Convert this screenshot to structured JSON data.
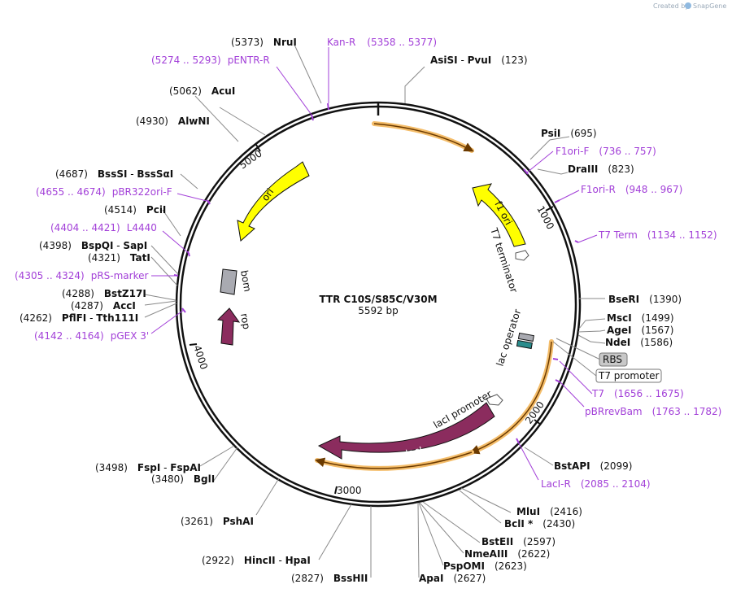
{
  "watermark": {
    "created_by": "Created by",
    "brand": "SnapGene"
  },
  "plasmid": {
    "name": "TTR C10S/S85C/V30M",
    "length": "5592 bp"
  },
  "ticks": [
    "1000",
    "2000",
    "3000",
    "4000",
    "5000"
  ],
  "features": {
    "f1ori": "f1 ori",
    "ori": "ori",
    "bom": "bom",
    "rop": "rop",
    "laci": "lacI",
    "laci_promoter": "lacI promoter",
    "lac_operator": "lac operator",
    "t7_terminator": "T7 terminator",
    "rbs": "RBS",
    "t7_promoter": "T7 promoter"
  },
  "enzymes": {
    "asisi": {
      "name": "AsiSI",
      "name2": "PvuI",
      "pos": "(123)"
    },
    "psii": {
      "name": "PsiI",
      "pos": "(695)"
    },
    "draiii": {
      "name": "DraIII",
      "pos": "(823)"
    },
    "bseri": {
      "name": "BseRI",
      "pos": "(1390)"
    },
    "msci": {
      "name": "MscI",
      "pos": "(1499)"
    },
    "agei": {
      "name": "AgeI",
      "pos": "(1567)"
    },
    "ndei": {
      "name": "NdeI",
      "pos": "(1586)"
    },
    "bstapi": {
      "name": "BstAPI",
      "pos": "(2099)"
    },
    "mlui": {
      "name": "MluI",
      "pos": "(2416)"
    },
    "bcli": {
      "name": "BclI *",
      "pos": "(2430)"
    },
    "bsteii": {
      "name": "BstEII",
      "pos": "(2597)"
    },
    "nmeaiii": {
      "name": "NmeAIII",
      "pos": "(2622)"
    },
    "pspomi": {
      "name": "PspOMI",
      "pos": "(2623)"
    },
    "apai": {
      "name": "ApaI",
      "pos": "(2627)"
    },
    "bsshii": {
      "name": "BssHII",
      "pos": "(2827)"
    },
    "hincii": {
      "name": "HincII",
      "name2": "HpaI",
      "pos": "(2922)"
    },
    "pshai": {
      "name": "PshAI",
      "pos": "(3261)"
    },
    "bgli": {
      "name": "BglI",
      "pos": "(3480)"
    },
    "fspi": {
      "name": "FspI",
      "name2": "FspAI",
      "pos": "(3498)"
    },
    "pflfi": {
      "name": "PflFI",
      "name2": "Tth111I",
      "pos": "(4262)"
    },
    "acci": {
      "name": "AccI",
      "pos": "(4287)"
    },
    "bstz17i": {
      "name": "BstZ17I",
      "pos": "(4288)"
    },
    "tati": {
      "name": "TatI",
      "pos": "(4321)"
    },
    "bspqi": {
      "name": "BspQI",
      "name2": "SapI",
      "pos": "(4398)"
    },
    "pcii": {
      "name": "PciI",
      "pos": "(4514)"
    },
    "bsssi": {
      "name": "BssSI",
      "name2": "BssSαI",
      "pos": "(4687)"
    },
    "alwni": {
      "name": "AlwNI",
      "pos": "(4930)"
    },
    "acui": {
      "name": "AcuI",
      "pos": "(5062)"
    },
    "nrui": {
      "name": "NruI",
      "pos": "(5373)"
    }
  },
  "primers": {
    "kanr": {
      "name": "Kan-R",
      "range": "(5358 .. 5377)"
    },
    "pentrr": {
      "name": "pENTR-R",
      "range": "(5274 .. 5293)"
    },
    "f1orif": {
      "name": "F1ori-F",
      "range": "(736 .. 757)"
    },
    "f1orir": {
      "name": "F1ori-R",
      "range": "(948 .. 967)"
    },
    "t7term": {
      "name": "T7 Term",
      "range": "(1134 .. 1152)"
    },
    "t7": {
      "name": "T7",
      "range": "(1656 .. 1675)"
    },
    "pbrrevbam": {
      "name": "pBRrevBam",
      "range": "(1763 .. 1782)"
    },
    "lacir": {
      "name": "LacI-R",
      "range": "(2085 .. 2104)"
    },
    "pbr322orif": {
      "name": "pBR322ori-F",
      "range": "(4655 .. 4674)"
    },
    "l4440": {
      "name": "L4440",
      "range": "(4404 .. 4421)"
    },
    "prsmarker": {
      "name": "pRS-marker",
      "range": "(4305 .. 4324)"
    },
    "pgex3": {
      "name": "pGEX 3'",
      "range": "(4142 .. 4164)"
    }
  },
  "colors": {
    "ori": "#ffff00",
    "f1ori": "#ffff00",
    "laci": "#8b2c5e",
    "rop": "#8b2c5e",
    "bom": "#a9aab1",
    "orf": "#f4bd6a",
    "primer": "#a23fd8"
  }
}
